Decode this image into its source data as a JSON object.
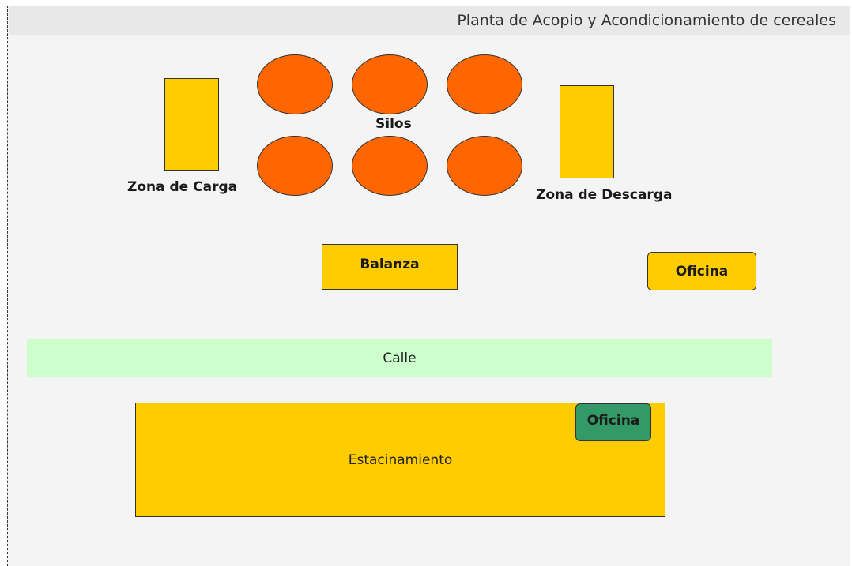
{
  "title": "Planta de Acopio y Acondicionamiento de cereales",
  "colors": {
    "background": "#f4f4f4",
    "title_bar": "#e8e8e8",
    "silo": "#ff6600",
    "building": "#ffcc00",
    "street": "#ccffcc",
    "parking_office": "#339966"
  },
  "labels": {
    "silos": "Silos",
    "zona_carga": "Zona de Carga",
    "zona_descarga": "Zona de Descarga",
    "balanza": "Balanza",
    "oficina": "Oficina",
    "calle": "Calle",
    "estacionamiento": "Estacinamiento",
    "oficina_estacionamiento": "Oficina"
  }
}
